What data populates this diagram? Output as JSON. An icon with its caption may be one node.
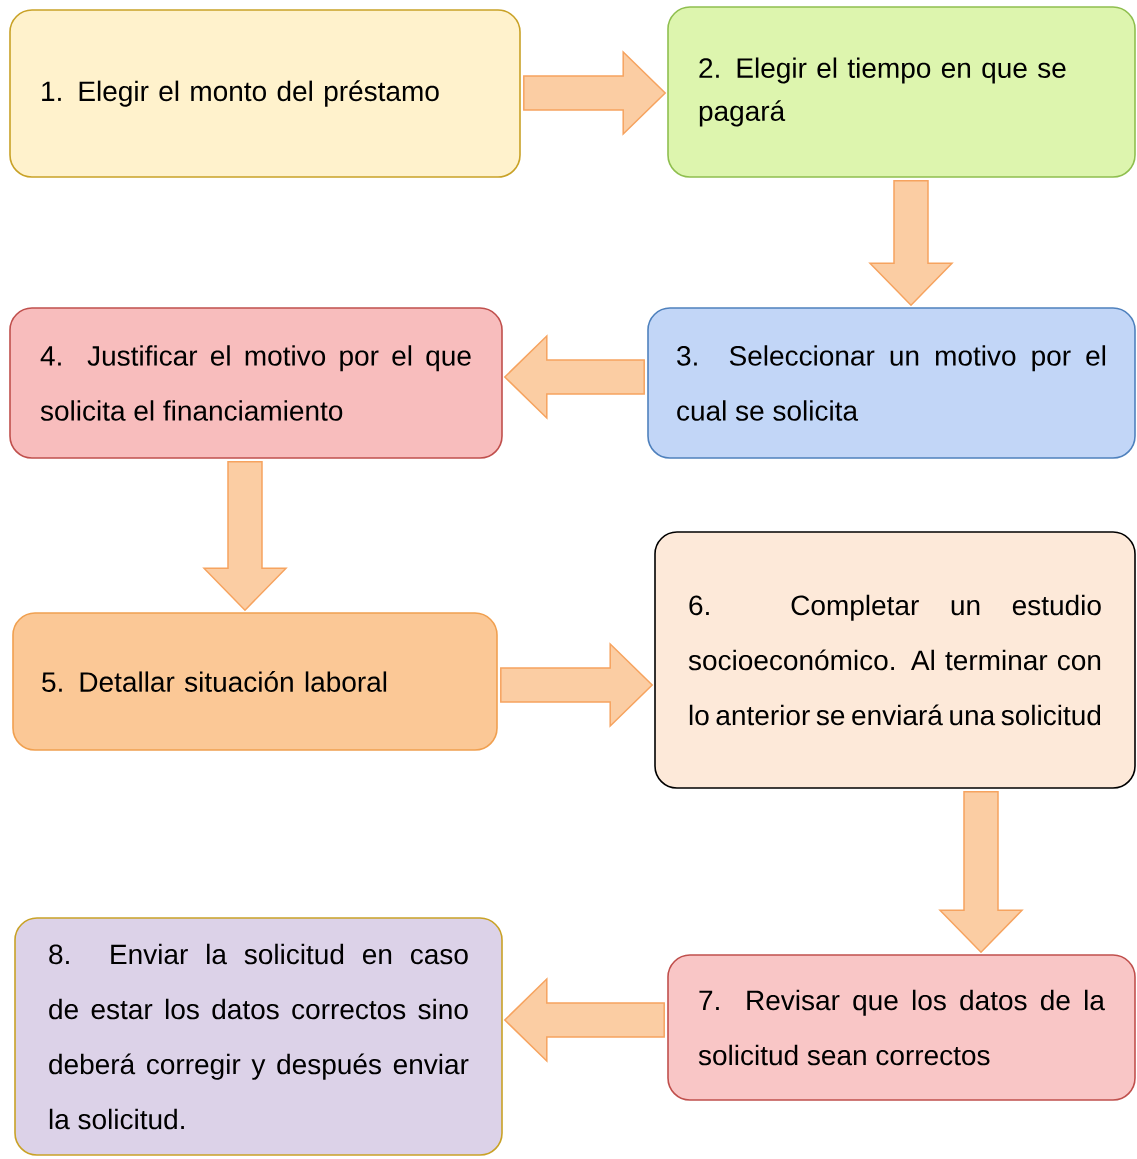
{
  "diagram": {
    "nodes": [
      {
        "text": [
          "1. Elegir el monto del préstamo"
        ]
      },
      {
        "text": [
          "2. Elegir el tiempo en que se pagará"
        ]
      },
      {
        "text": [
          "3. Seleccionar un motivo por el cual se solicita"
        ]
      },
      {
        "text": [
          "4. Justificar el motivo por el que solicita el financiamiento"
        ]
      },
      {
        "text": [
          "5. Detallar situación laboral"
        ]
      },
      {
        "text": [
          "6. Completar un estudio socioeconómico. Al terminar con lo anterior se enviará una solicitud"
        ]
      },
      {
        "text": [
          "7. Revisar que los datos de la solicitud sean correctos"
        ]
      },
      {
        "text": [
          "8. Enviar la solicitud en caso de estar los datos correctos sino deberá corregir y después enviar la solicitud."
        ]
      }
    ],
    "edges": [
      {
        "from": 0,
        "to": 1,
        "arrow": "to"
      },
      {
        "from": 1,
        "to": 2,
        "arrow": "to"
      },
      {
        "from": 2,
        "to": 3,
        "arrow": "to"
      },
      {
        "from": 3,
        "to": 4,
        "arrow": "to"
      },
      {
        "from": 4,
        "to": 5,
        "arrow": "to"
      },
      {
        "from": 5,
        "to": 6,
        "arrow": "to"
      },
      {
        "from": 6,
        "to": 7,
        "arrow": "to"
      }
    ]
  }
}
